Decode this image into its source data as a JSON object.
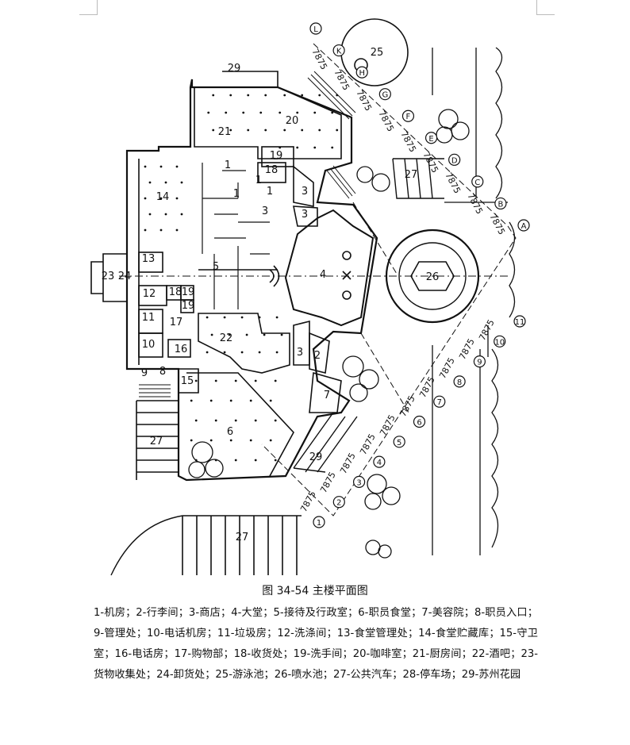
{
  "figure": {
    "caption": "图 34-54 主楼平面图",
    "legend": "1-机房；2-行李间；3-商店；4-大堂；5-接待及行政室；6-职员食堂；7-美容院；8-职员入口；9-管理处；10-电话机房；11-垃圾房；12-洗涤间；13-食堂管理处；14-食堂贮藏库；15-守卫室；16-电话房；17-购物部；18-收货处；19-洗手间；20-咖啡室；21-厨房间；22-酒吧；23-货物收集处；24-卸货处；25-游泳池；26-喷水池；27-公共汽车；28-停车场；29-苏州花园"
  },
  "plan": {
    "room_labels": [
      "29",
      "20",
      "21",
      "19",
      "18",
      "1",
      "3",
      "3",
      "3",
      "14",
      "13",
      "23",
      "24",
      "5",
      "18",
      "19",
      "19",
      "12",
      "11",
      "17",
      "10",
      "16",
      "4",
      "26",
      "22",
      "3",
      "2",
      "9",
      "8",
      "15",
      "7",
      "6",
      "29",
      "27",
      "27",
      "27",
      "25",
      "1",
      "1",
      "1"
    ],
    "grid_axis_labels_upper": [
      "L",
      "K",
      "H",
      "G",
      "F",
      "E",
      "D",
      "C",
      "B",
      "A"
    ],
    "grid_axis_labels_lower": [
      "1",
      "2",
      "3",
      "4",
      "5",
      "6",
      "7",
      "8",
      "9",
      "10",
      "11"
    ],
    "dimension_label": "7875"
  }
}
